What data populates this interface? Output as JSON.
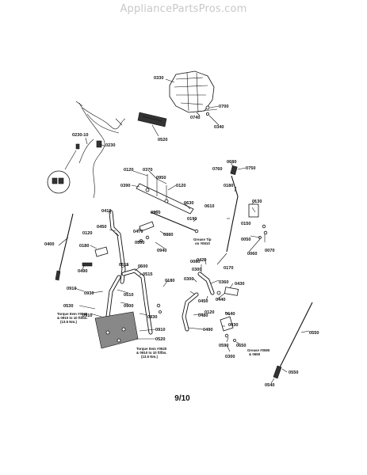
{
  "watermark": "AppliancePartsPros.com",
  "page_number": "9/10",
  "part_labels": [
    "0330",
    "0700",
    "0740",
    "0340",
    "0520",
    "0230-10",
    "0230",
    "0680",
    "0760",
    "0750",
    "0120",
    "0370",
    "0950",
    "0390",
    "0120",
    "0180",
    "0130",
    "0410",
    "0960",
    "0630",
    "0610",
    "0190",
    "0150",
    "0450",
    "0120",
    "0470",
    "0880",
    "0050",
    "0070",
    "0400",
    "0180",
    "0300",
    "0940",
    "0060",
    "0420",
    "0170",
    "0490",
    "0515",
    "0080",
    "0300",
    "0500",
    "0515",
    "0180",
    "0360",
    "0430",
    "0910",
    "0930",
    "0510",
    "0300",
    "0450",
    "0440",
    "0530",
    "0120",
    "0640",
    "0910",
    "0900",
    "0480",
    "0930",
    "0930",
    "0490",
    "0590",
    "0650",
    "0910",
    "0520",
    "0300",
    "0550",
    "0550",
    "0540"
  ],
  "notes": {
    "grease_tip": [
      "Grease Tip",
      "on #0610"
    ],
    "torque_upper": [
      "Torque Item #0530",
      "& 0910 to 10 ft/lbs.",
      "(13.5 Nm.)"
    ],
    "torque_lower": [
      "Torque Item #0520",
      "& 0910 to 10 ft/lbs.",
      "(13.5 Nm.)"
    ],
    "grease_lower": [
      "Grease #0590",
      "& 0650"
    ]
  }
}
